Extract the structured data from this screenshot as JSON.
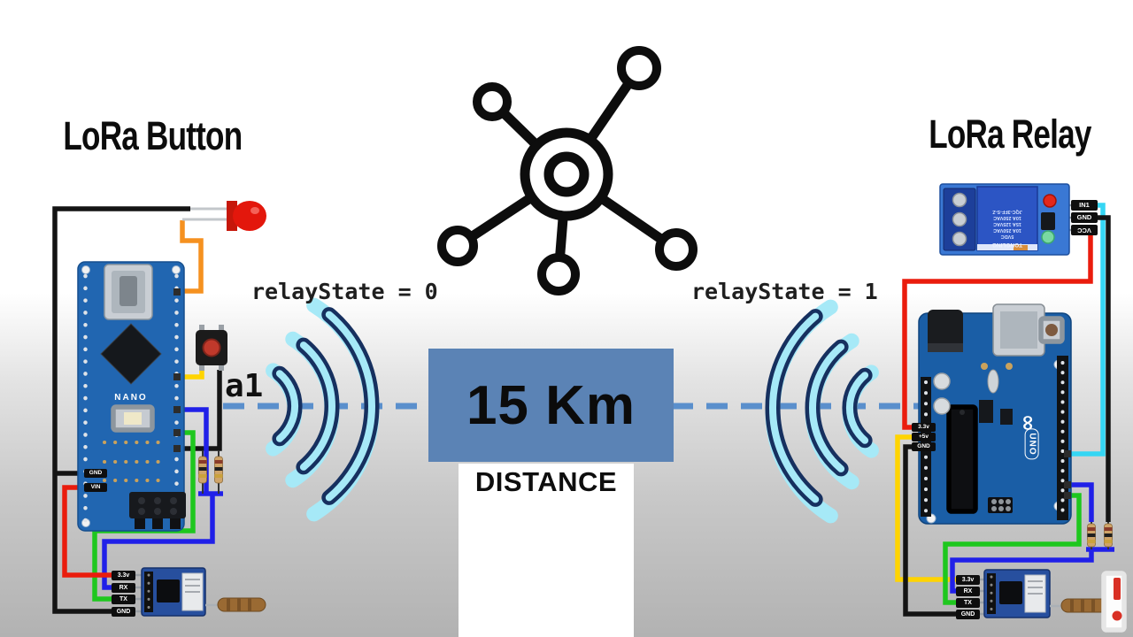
{
  "titles": {
    "left_device": "LoRa Button",
    "right_device": "LoRa Relay"
  },
  "state_labels": {
    "left": "relayState = 0",
    "right": "relayState = 1"
  },
  "distance": {
    "value": "15 Km",
    "caption": "DISTANCE"
  },
  "wire_label": "a1",
  "boards": {
    "nano": {
      "name": "NANO",
      "left_pins": [
        "GND",
        "VIN"
      ]
    },
    "uno": {
      "name": "UNO",
      "infinity": "∞",
      "power_pins": [
        "3.3v",
        "+5v",
        "GND"
      ]
    },
    "relay_module": {
      "pins": [
        "IN1",
        "GND",
        "VCC"
      ],
      "relay_text": [
        "JQC-3FF-S-Z",
        "10A 250VAC",
        "15A 125VAC",
        "10A 250VAC",
        "5VDC"
      ],
      "brand": "TONGLING"
    },
    "lora_left": {
      "pins": [
        "3.3v",
        "RX",
        "TX",
        "GND"
      ]
    },
    "lora_right": {
      "pins": [
        "3.3v",
        "RX",
        "TX",
        "GND"
      ]
    }
  },
  "icons": {
    "hub": "network-hub-icon",
    "wifi_left": "wifi-signal-icon",
    "wifi_right": "wifi-signal-icon"
  },
  "colors": {
    "box_blue": "#5b83b5",
    "dash_blue": "#5a8fcc",
    "wifi_navy": "#16305f",
    "wifi_cyan": "#a6e9f7",
    "wire_black": "#141414",
    "wire_orange": "#f59120",
    "wire_yellow": "#ffd400",
    "wire_blue": "#2020e8",
    "wire_green": "#1ec71e",
    "wire_red": "#ea1c0d",
    "wire_cyan": "#35d6f4",
    "bg_gray": "#b2b2b2",
    "text_black": "#111111"
  }
}
